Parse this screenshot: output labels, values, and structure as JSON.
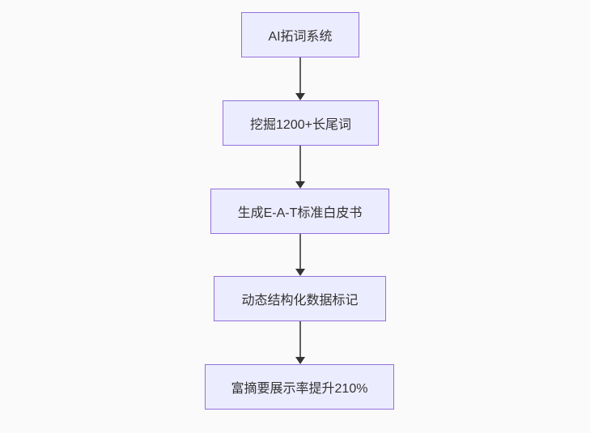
{
  "diagram": {
    "type": "flowchart",
    "direction": "top-down",
    "nodes": [
      {
        "id": "n1",
        "label": "AI拓词系统"
      },
      {
        "id": "n2",
        "label": "挖掘1200+长尾词"
      },
      {
        "id": "n3",
        "label": "生成E-A-T标准白皮书"
      },
      {
        "id": "n4",
        "label": "动态结构化数据标记"
      },
      {
        "id": "n5",
        "label": "富摘要展示率提升210%"
      }
    ],
    "edges": [
      {
        "from": "n1",
        "to": "n2",
        "style": "arrow-down"
      },
      {
        "from": "n2",
        "to": "n3",
        "style": "arrow-down"
      },
      {
        "from": "n3",
        "to": "n4",
        "style": "arrow-down"
      },
      {
        "from": "n4",
        "to": "n5",
        "style": "arrow-down"
      }
    ],
    "colors": {
      "node_fill": "#ECECFF",
      "node_border": "#9370DB",
      "node_text": "#333333",
      "edge_line": "#616161",
      "arrowhead": "#333333",
      "background": "#FAFAFA"
    }
  }
}
